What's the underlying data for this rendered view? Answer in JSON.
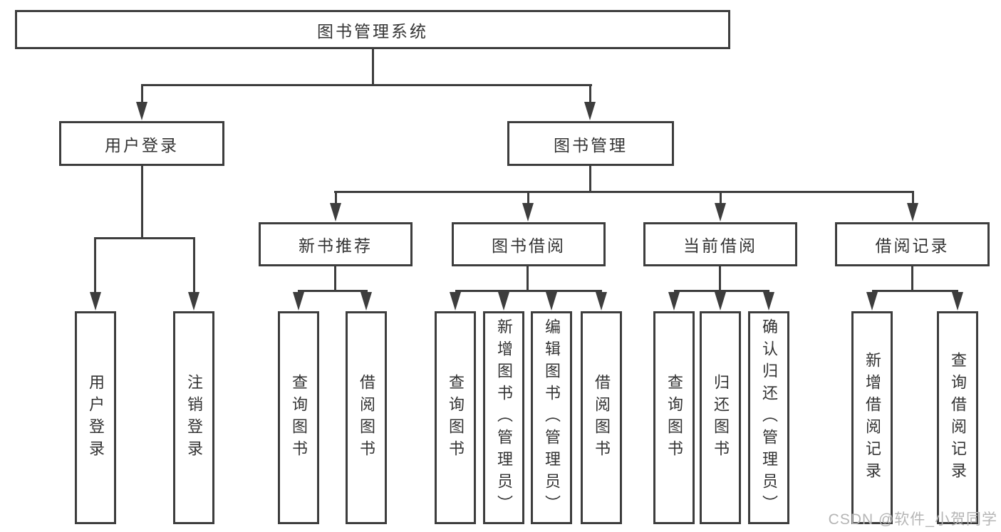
{
  "diagram": {
    "root": {
      "label": "图书管理系统"
    },
    "level1": [
      {
        "label": "用户登录"
      },
      {
        "label": "图书管理"
      }
    ],
    "level2": [
      {
        "label": "新书推荐"
      },
      {
        "label": "图书借阅"
      },
      {
        "label": "当前借阅"
      },
      {
        "label": "借阅记录"
      }
    ],
    "leaves": {
      "login": [
        "用户登录",
        "注销登录"
      ],
      "recommend": [
        "查询图书",
        "借阅图书"
      ],
      "borrow": [
        "查询图书",
        "新增图书（管理员）",
        "编辑图书（管理员）",
        "借阅图书"
      ],
      "current": [
        "查询图书",
        "归还图书",
        "确认归还（管理员）"
      ],
      "records": [
        "新增借阅记录",
        "查询借阅记录"
      ]
    }
  },
  "watermark": "CSDN @软件_小贺同学",
  "colors": {
    "line": "#3d3d3d",
    "text": "#333333",
    "watermark": "#b5b5b5",
    "background": "#ffffff"
  }
}
